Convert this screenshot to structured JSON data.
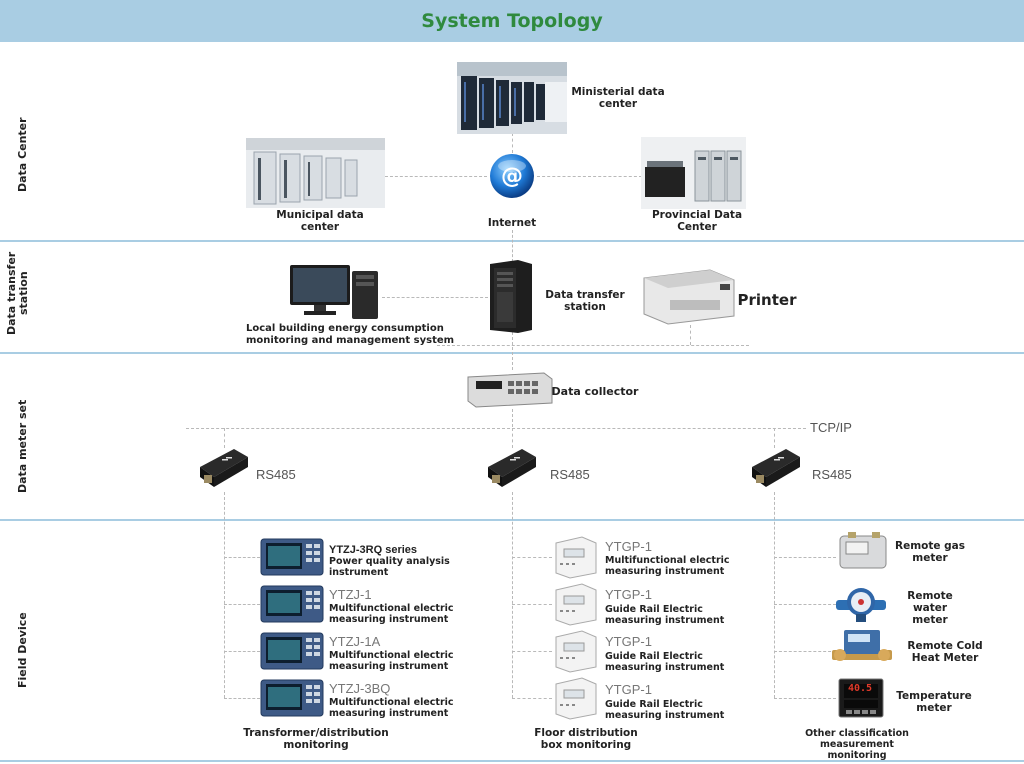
{
  "title": "System Topology",
  "sections": {
    "data_center": "Data Center",
    "transfer": "Data transfer station",
    "meter_set": "Data meter set",
    "field": "Field Device"
  },
  "nodes": {
    "ministerial": "Ministerial data center",
    "municipal": "Municipal data center",
    "internet": "Internet",
    "provincial": "Provincial Data Center",
    "transfer_station": "Data transfer station",
    "printer": "Printer",
    "local_system": "Local building energy consumption monitoring and management system",
    "collector": "Data collector",
    "tcpip": "TCP/IP",
    "rs485_1": "RS485",
    "rs485_2": "RS485",
    "rs485_3": "RS485"
  },
  "col1": {
    "caption": "Transformer/distribution monitoring",
    "items": [
      {
        "model": "YTZJ-3RQ series",
        "desc": "Power quality analysis instrument"
      },
      {
        "model": "YTZJ-1",
        "desc": "Multifunctional electric measuring instrument"
      },
      {
        "model": "YTZJ-1A",
        "desc": "Multifunctional electric measuring instrument"
      },
      {
        "model": "YTZJ-3BQ",
        "desc": "Multifunctional electric measuring instrument"
      }
    ]
  },
  "col2": {
    "caption": "Floor distribution box monitoring",
    "items": [
      {
        "model": "YTGP-1",
        "desc": "Multifunctional electric measuring instrument"
      },
      {
        "model": "YTGP-1",
        "desc": "Guide Rail Electric measuring instrument"
      },
      {
        "model": "YTGP-1",
        "desc": "Guide Rail Electric measuring instrument"
      },
      {
        "model": "YTGP-1",
        "desc": "Guide Rail Electric measuring instrument"
      }
    ]
  },
  "col3": {
    "caption": "Other classification measurement monitoring",
    "items": [
      {
        "desc": "Remote gas meter"
      },
      {
        "desc": "Remote water meter"
      },
      {
        "desc": "Remote Cold Heat Meter"
      },
      {
        "desc": "Temperature meter"
      }
    ],
    "temp_display": "40.5"
  }
}
